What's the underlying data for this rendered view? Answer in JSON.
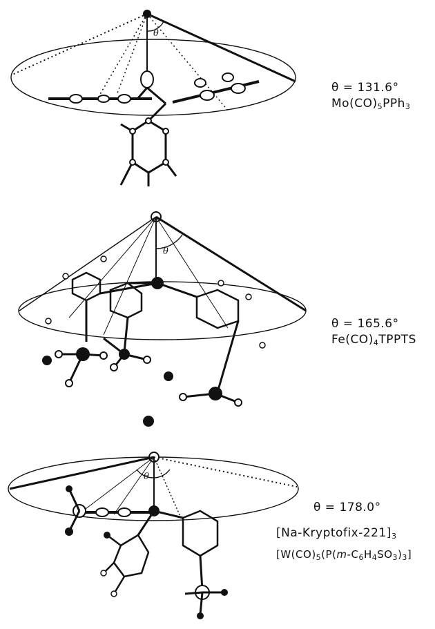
{
  "panels": [
    {
      "angle_text": "θ = 131.6°",
      "formula_main": "Mo(CO)",
      "formula_sub": "5",
      "formula_tail": "PPh",
      "formula_sub2": "3"
    },
    {
      "angle_text": "θ = 165.6°",
      "formula_main": "Fe(CO)",
      "formula_sub": "4",
      "formula_tail": "TPPTS"
    },
    {
      "angle_text": "θ = 178.0°",
      "line1_main": "[Na-Kryptofix-221]",
      "line1_sub": "3",
      "line2_a": "[W(CO)",
      "line2_sub_a": "5",
      "line2_b": "(P(",
      "line2_italic": "m",
      "line2_c": "-C",
      "line2_sub_b": "6",
      "line2_d": "H",
      "line2_sub_c": "4",
      "line2_e": "SO",
      "line2_sub_d": "3",
      "line2_f": ")",
      "line2_sub_e": "3",
      "line2_g": "]"
    }
  ],
  "theta_symbol": "θ",
  "colors": {
    "ink": "#111111",
    "paper": "#ffffff"
  }
}
